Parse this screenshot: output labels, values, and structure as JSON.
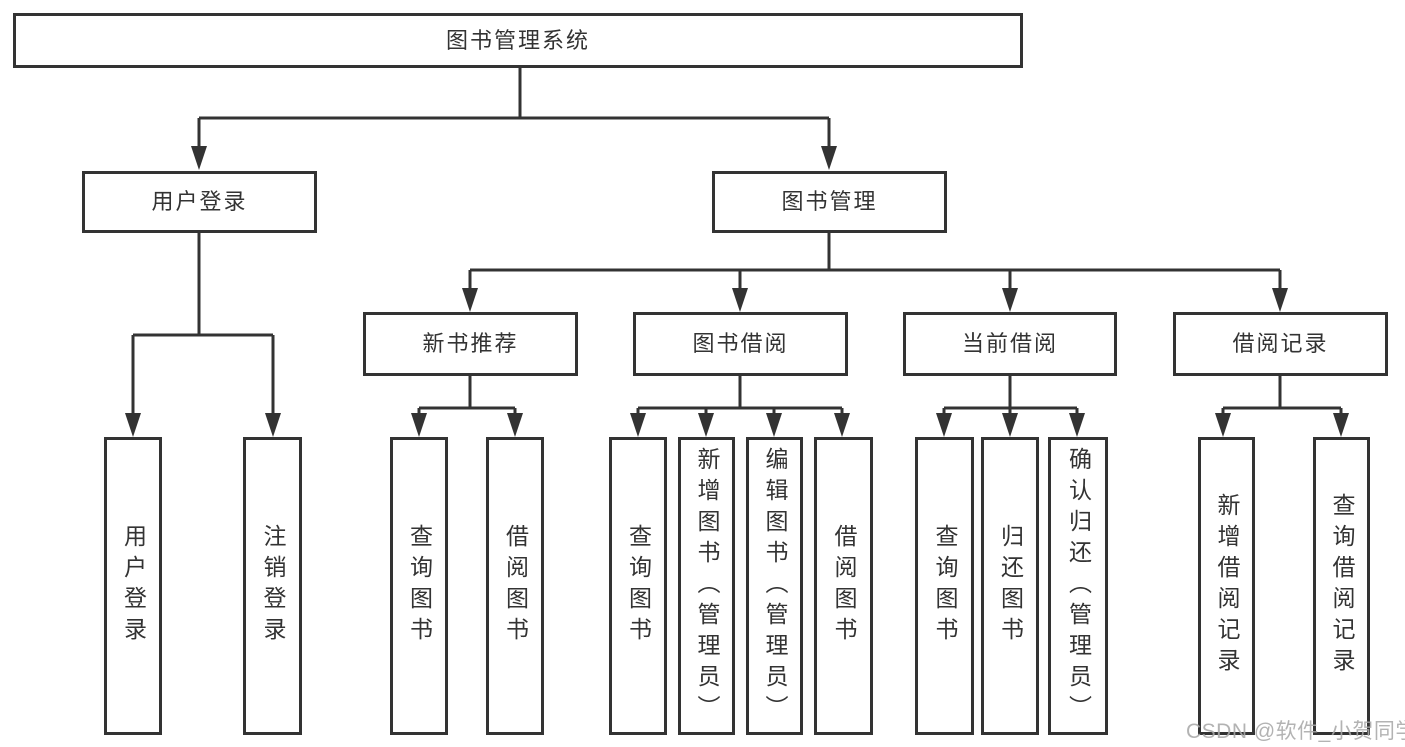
{
  "watermark": {
    "text": "CSDN @软件_小贺同学"
  },
  "colors": {
    "line": "#333333",
    "text": "#333333",
    "box_background": "#ffffff",
    "watermark": "#a9a9a9"
  },
  "tree": {
    "label": "图书管理系统",
    "children": [
      {
        "label": "用户登录",
        "children": [
          {
            "label": "用户登录"
          },
          {
            "label": "注销登录"
          }
        ]
      },
      {
        "label": "图书管理",
        "children": [
          {
            "label": "新书推荐",
            "children": [
              {
                "label": "查询图书"
              },
              {
                "label": "借阅图书"
              }
            ]
          },
          {
            "label": "图书借阅",
            "children": [
              {
                "label": "查询图书"
              },
              {
                "label": "新增图书（管理员）"
              },
              {
                "label": "编辑图书（管理员）"
              },
              {
                "label": "借阅图书"
              }
            ]
          },
          {
            "label": "当前借阅",
            "children": [
              {
                "label": "查询图书"
              },
              {
                "label": "归还图书"
              },
              {
                "label": "确认归还（管理员）"
              }
            ]
          },
          {
            "label": "借阅记录",
            "children": [
              {
                "label": "新增借阅记录"
              },
              {
                "label": "查询借阅记录"
              }
            ]
          }
        ]
      }
    ]
  }
}
